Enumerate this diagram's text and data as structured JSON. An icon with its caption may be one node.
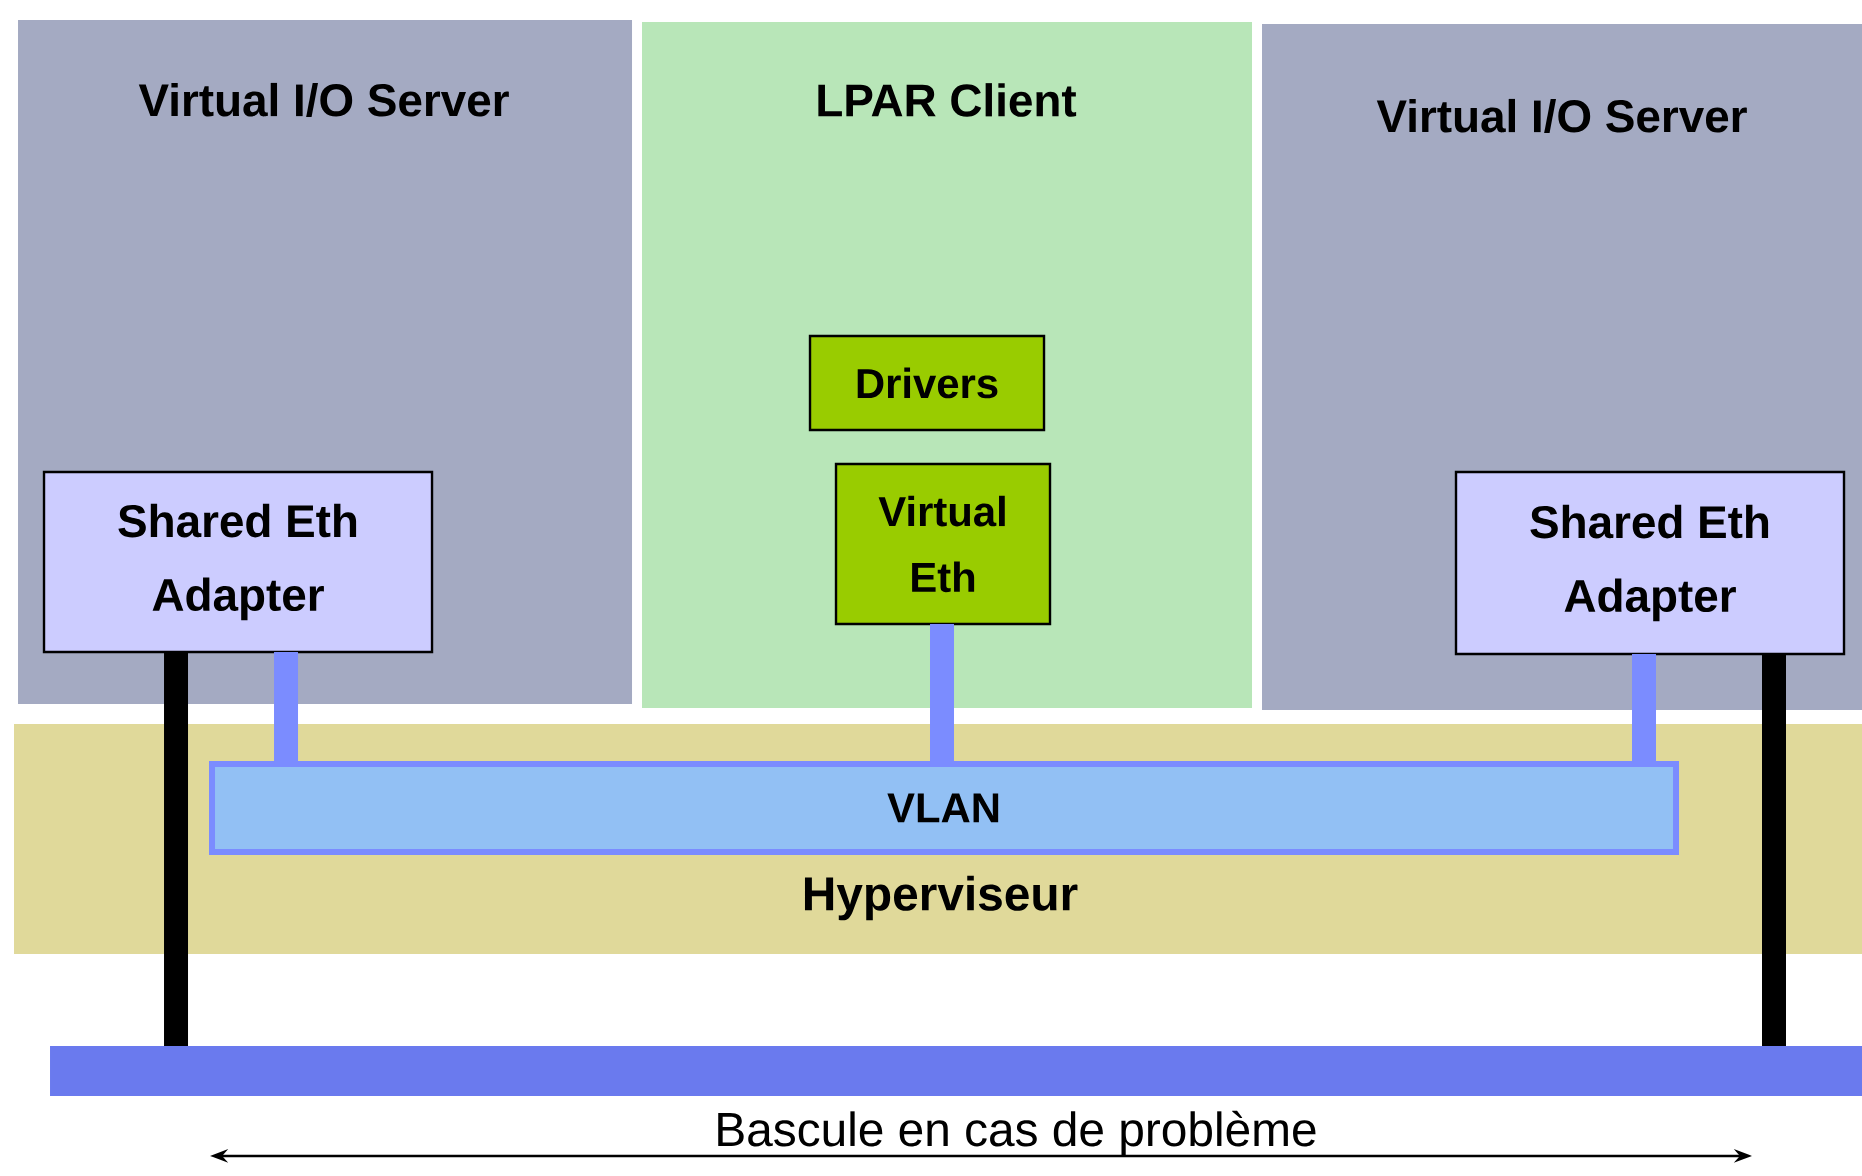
{
  "diagram": {
    "nodes": [
      {
        "text": [
          "Virtual I/O Server"
        ]
      },
      {
        "text": [
          "Shared Eth Adapter"
        ],
        "in": 0
      },
      {
        "text": [
          "LPAR Client"
        ]
      },
      {
        "text": [
          "Drivers"
        ],
        "in": 2
      },
      {
        "text": [
          "Virtual Eth"
        ],
        "in": 2
      },
      {
        "text": [
          "Virtual I/O Server"
        ]
      },
      {
        "text": [
          "Shared Eth Adapter"
        ],
        "in": 5
      },
      {
        "text": [
          "Hyperviseur"
        ]
      },
      {
        "text": [
          "VLAN"
        ],
        "in": 7
      },
      {
        "text": [],
        "shape": "bar"
      }
    ],
    "edges": [
      {
        "from": 1,
        "to": 8,
        "arrow": "none"
      },
      {
        "from": 4,
        "to": 8,
        "arrow": "none"
      },
      {
        "from": 6,
        "to": 8,
        "arrow": "none"
      },
      {
        "from": 1,
        "to": 9,
        "arrow": "none",
        "color": "#000000"
      },
      {
        "from": 6,
        "to": 9,
        "arrow": "none",
        "color": "#000000"
      }
    ],
    "labels": [
      "Bascule en cas de problème"
    ]
  }
}
